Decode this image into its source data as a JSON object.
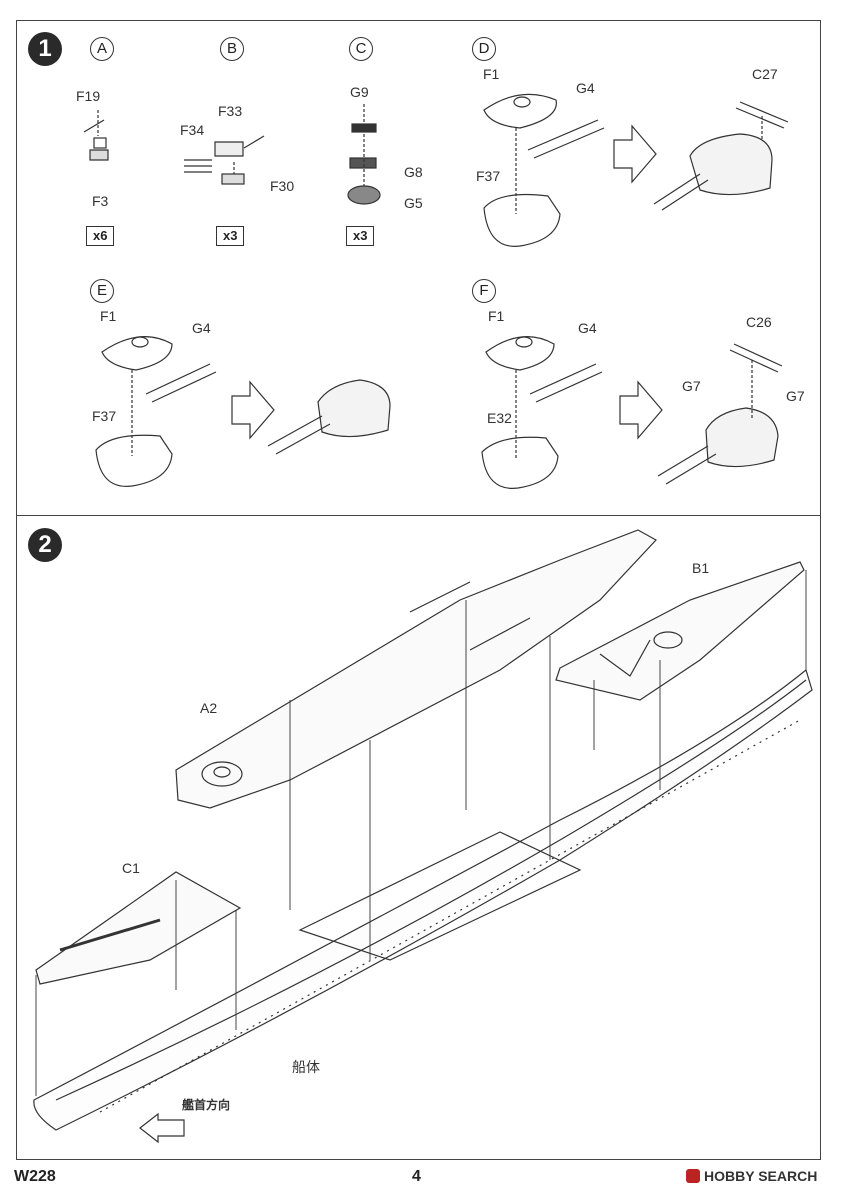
{
  "steps": {
    "step1": "1",
    "step2": "2"
  },
  "subassemblies": {
    "A": "A",
    "B": "B",
    "C": "C",
    "D": "D",
    "E": "E",
    "F": "F"
  },
  "partA": {
    "top": "F19",
    "bottom": "F3",
    "qty": "x6"
  },
  "partB": {
    "p1": "F33",
    "p2": "F34",
    "p3": "F30",
    "qty": "x3"
  },
  "partC": {
    "p1": "G9",
    "p2": "G8",
    "p3": "G5",
    "qty": "x3"
  },
  "partD": {
    "p1": "F1",
    "p2": "G4",
    "p3": "F37",
    "p4": "C27"
  },
  "partE": {
    "p1": "F1",
    "p2": "G4",
    "p3": "F37"
  },
  "partF": {
    "p1": "F1",
    "p2": "G4",
    "p3": "E32",
    "p4": "C26",
    "p5": "G7",
    "p6": "G7"
  },
  "step2parts": {
    "a2": "A2",
    "b1": "B1",
    "c1": "C1",
    "hull": "船体",
    "bow": "艦首方向"
  },
  "footer": {
    "code": "W228",
    "page": "4",
    "brand": "HOBBY SEARCH"
  }
}
